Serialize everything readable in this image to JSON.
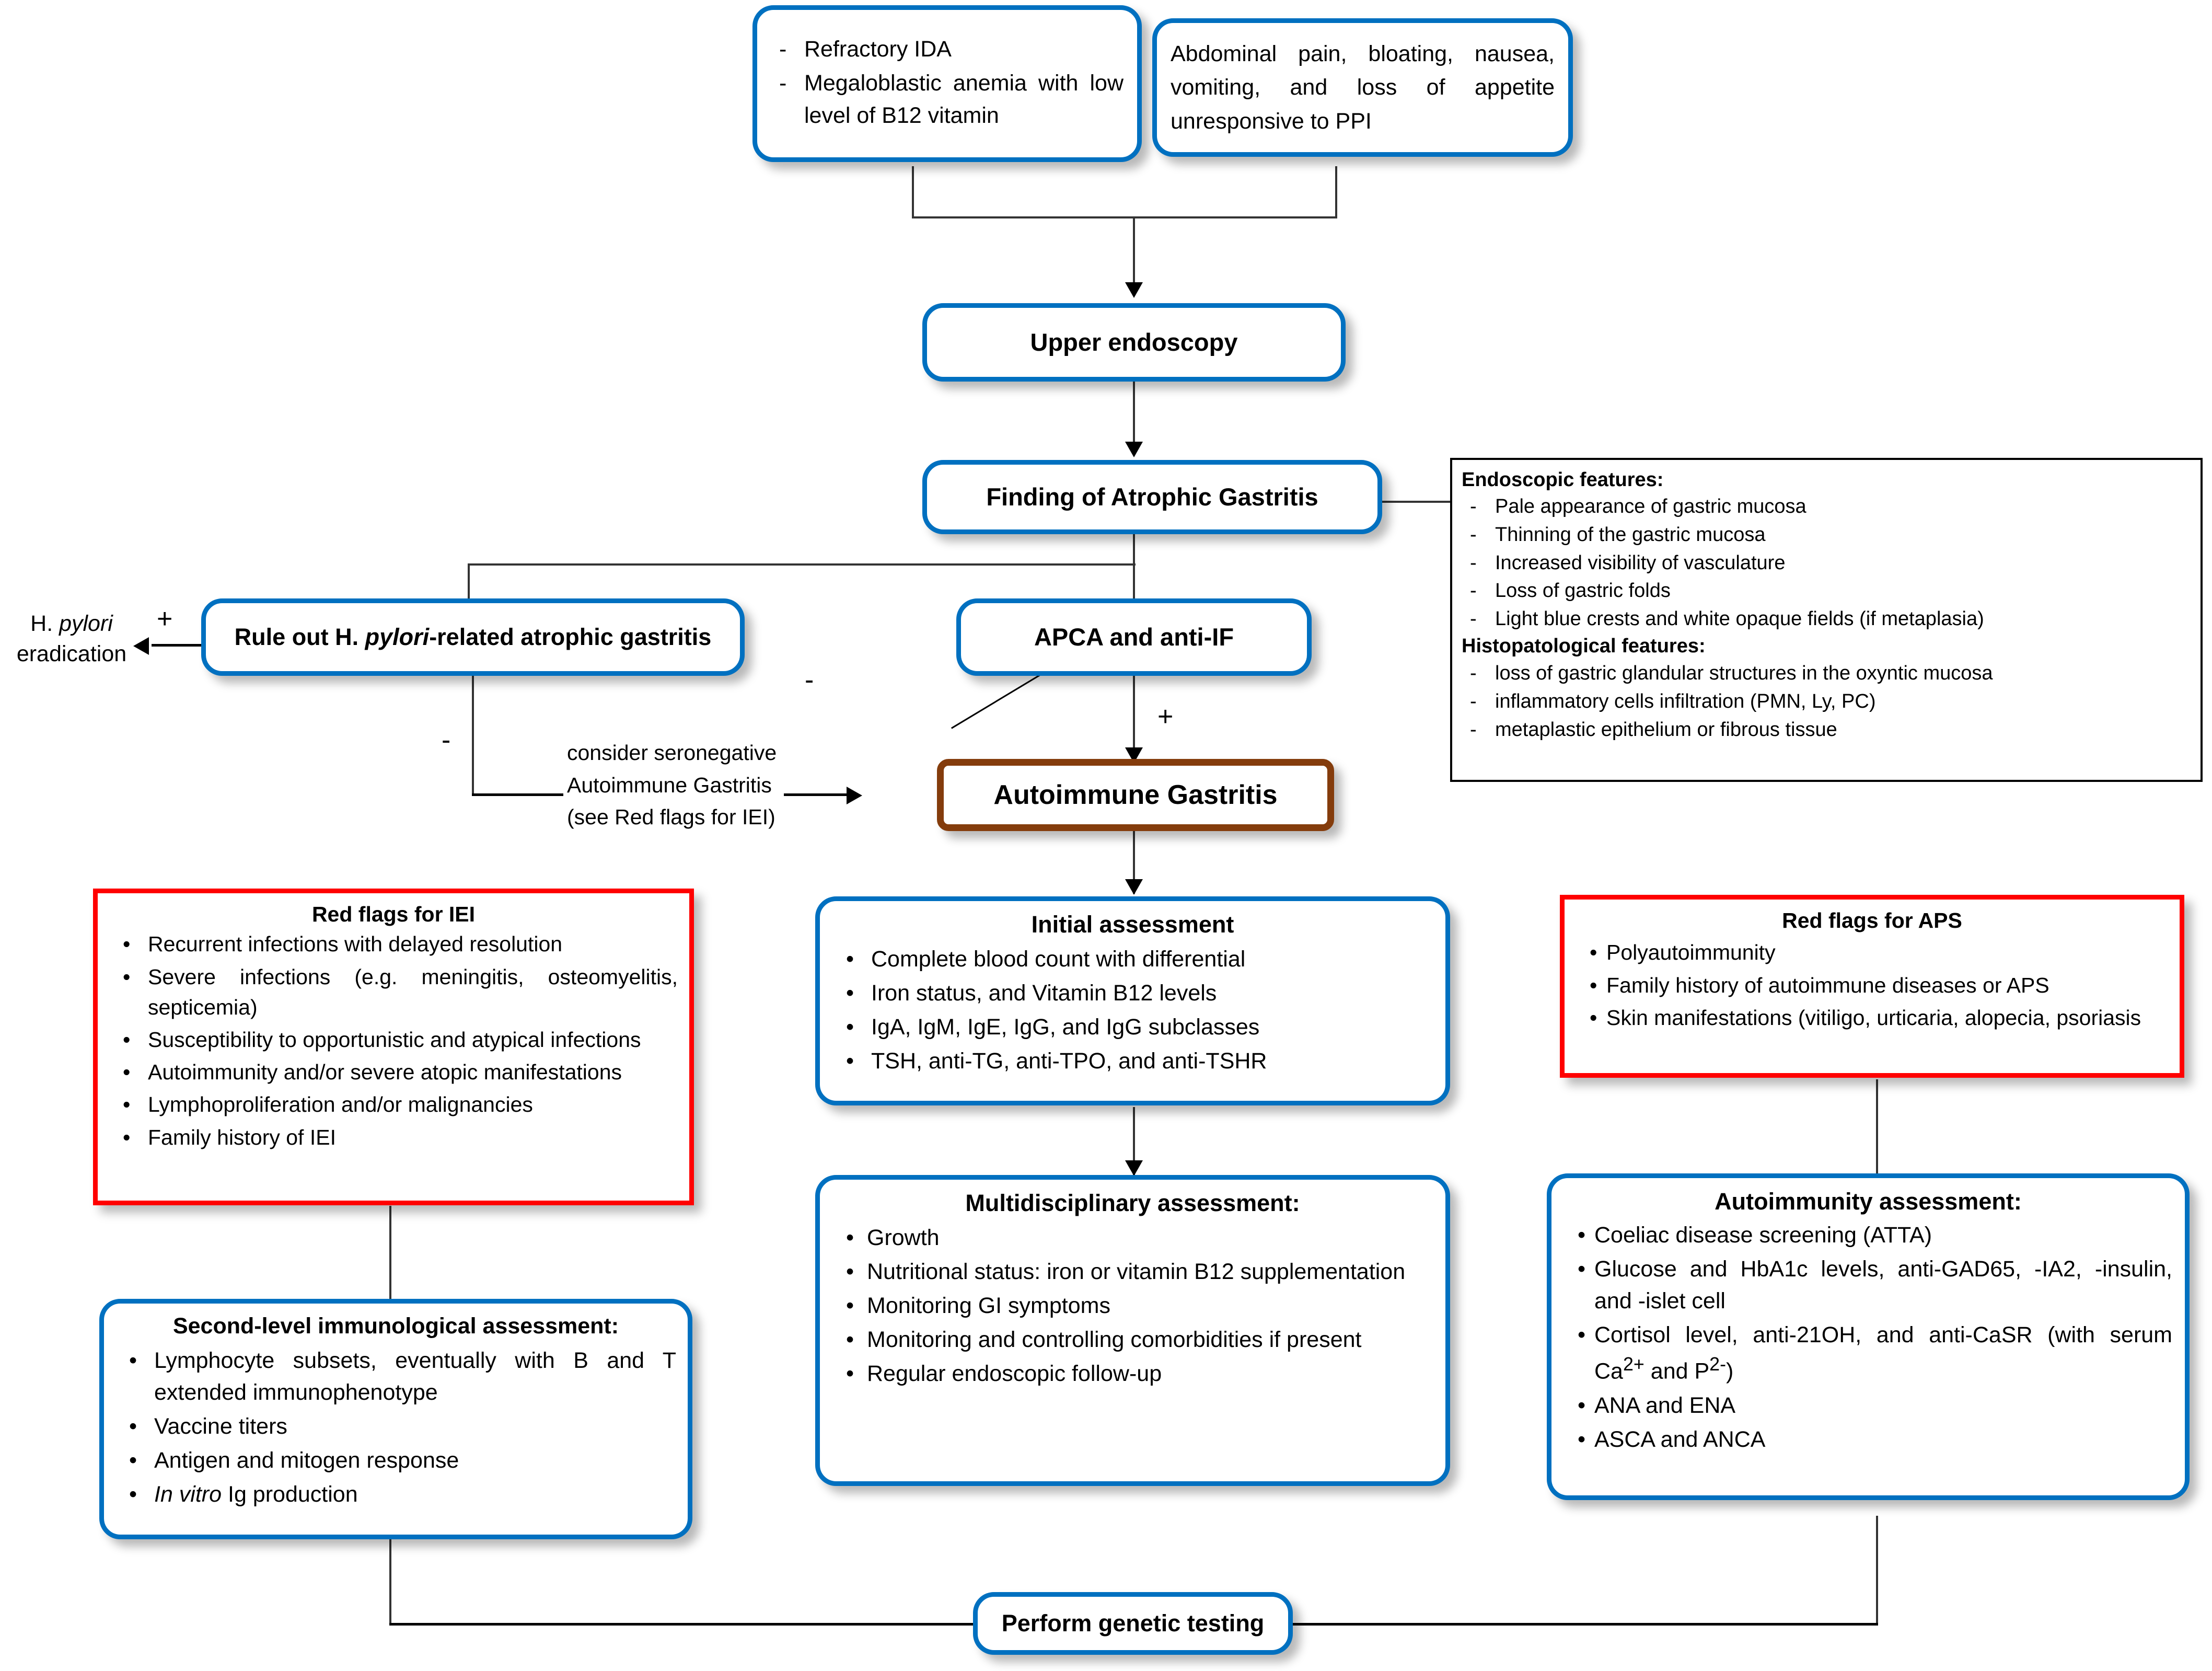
{
  "nodes": {
    "symptoms_hematologic": {
      "items": [
        "Refractory IDA",
        "Megaloblastic anemia with low level of B12 vitamin"
      ]
    },
    "symptoms_gi": {
      "text": "Abdominal pain, bloating, nausea, vomiting, and loss of appetite unresponsive to PPI"
    },
    "upper_endoscopy": {
      "title": "Upper endoscopy"
    },
    "finding_atrophic_gastritis": {
      "title": "Finding of Atrophic Gastritis"
    },
    "features_panel": {
      "endoscopic_heading": "Endoscopic features:",
      "endoscopic_items": [
        "Pale appearance of gastric mucosa",
        "Thinning of the gastric mucosa",
        "Increased visibility of vasculature",
        "Loss of gastric folds",
        "Light blue crests and white opaque fields (if metaplasia)"
      ],
      "histo_heading": "Histopatological features:",
      "histo_items": [
        "loss of gastric glandular structures in the oxyntic mucosa",
        "inflammatory cells infiltration (PMN, Ly, PC)",
        "metaplastic epithelium or fibrous tissue"
      ]
    },
    "rule_out_hp": {
      "title_html": "Rule out H. <i>pylori</i>-related atrophic gastritis"
    },
    "hp_eradication": {
      "line1_html": "H. <i>pylori</i>",
      "line2": "eradication"
    },
    "apca_antiif": {
      "title": "APCA and anti-IF"
    },
    "seronegative_note": {
      "line1": "consider seronegative",
      "line2": "Autoimmune Gastritis",
      "line3": "(see Red flags for IEI)"
    },
    "autoimmune_gastritis": {
      "title": "Autoimmune Gastritis"
    },
    "red_flags_iei": {
      "title": "Red flags for IEI",
      "items": [
        "Recurrent infections with delayed resolution",
        "Severe infections (e.g. meningitis, osteomyelitis, septicemia)",
        "Susceptibility to opportunistic and atypical infections",
        "Autoimmunity and/or severe atopic manifestations",
        "Lymphoproliferation and/or malignancies",
        "Family history of IEI"
      ]
    },
    "initial_assessment": {
      "title": "Initial assessment",
      "items": [
        "Complete blood count with differential",
        "Iron status, and Vitamin B12 levels",
        "IgA, IgM, IgE, IgG, and IgG subclasses",
        "TSH, anti-TG, anti-TPO, and anti-TSHR"
      ]
    },
    "red_flags_aps": {
      "title": "Red flags for APS",
      "items": [
        "Polyautoimmunity",
        "Family history of autoimmune diseases or APS",
        "Skin manifestations (vitiligo, urticaria, alopecia, psoriasis"
      ]
    },
    "multidisciplinary_assessment": {
      "title": "Multidisciplinary assessment:",
      "items": [
        "Growth",
        "Nutritional status: iron or vitamin B12 supplementation",
        "Monitoring GI symptoms",
        "Monitoring and controlling comorbidities if present",
        "Regular endoscopic follow-up"
      ]
    },
    "autoimmunity_assessment": {
      "title": "Autoimmunity assessment:",
      "items": [
        "Coeliac disease screening (ATTA)",
        "Glucose and HbA1c levels, anti-GAD65, -IA2, -insulin, and -islet cell",
        "Cortisol level, anti-21OH, and anti-CaSR (with serum Ca2+ and P2-)",
        "ANA and ENA",
        "ASCA and ANCA"
      ],
      "item_cortisol_html": "Cortisol level, anti-21OH, and anti-CaSR (with serum Ca<sup>2+</sup> and P<sup>2-</sup>)"
    },
    "second_level_immunological": {
      "title": "Second-level immunological assessment:",
      "items": [
        "Lymphocyte subsets, eventually with B and T extended immunophenotype",
        "Vaccine titers",
        "Antigen and mitogen response",
        "In vitro Ig production"
      ],
      "item_invitro_html": "<i>In vitro</i> Ig production"
    },
    "genetic_testing": {
      "title": "Perform genetic testing"
    }
  },
  "edge_labels": {
    "hp_positive": "+",
    "hp_negative": "-",
    "apca_negative": "-",
    "apca_positive": "+"
  },
  "colors": {
    "blue_border": "#0070C0",
    "brown_border": "#843C0C",
    "red_border": "#FF0000",
    "black_border": "#000000",
    "connector": "#333333",
    "background": "#FFFFFF"
  }
}
